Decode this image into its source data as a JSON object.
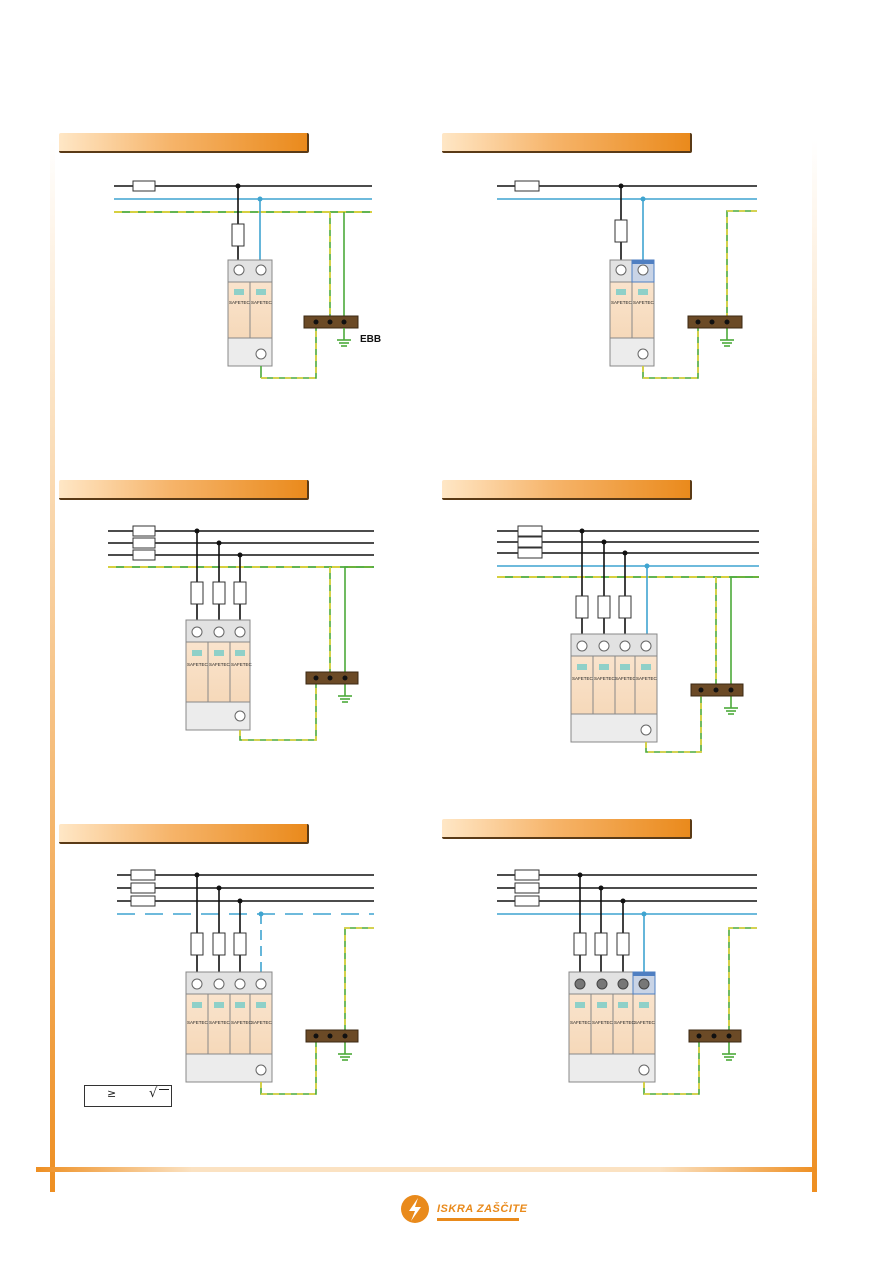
{
  "diagram_labels": {
    "ebb": "EBB",
    "arrester_name": "SAFETEC"
  },
  "formula": {
    "ge_symbol": "≥",
    "sqrt_symbol": "√"
  },
  "colors": {
    "accent_orange": "#ea8a1c",
    "phase_wire": "#111111",
    "neutral_wire": "#3fa4d0",
    "pe_wire_green": "#4caa3a",
    "pe_wire_yellow": "#e4d23a",
    "earth_bar": "#6b4a26",
    "module_body": "#f7dcc0",
    "module_top": "#d9d9d9",
    "module_blue_cap": "#4f7fc2"
  },
  "branding": {
    "company": "ISKRA ZAŠČITE",
    "logo_icon": "lightning-bolt-icon"
  }
}
